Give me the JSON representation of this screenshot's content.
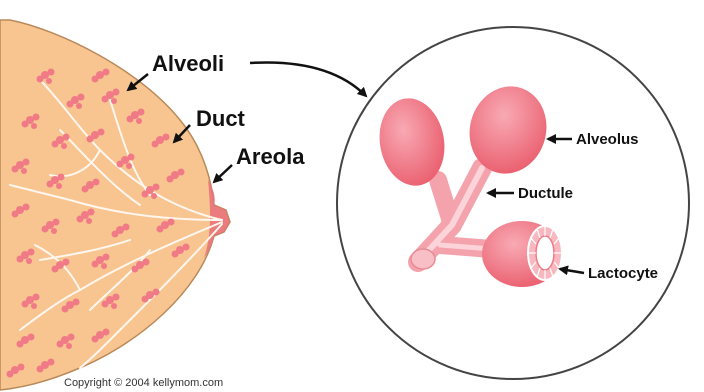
{
  "labels": {
    "alveoli": "Alveoli",
    "duct": "Duct",
    "areola": "Areola",
    "alveolus": "Alveolus",
    "ductule": "Ductule",
    "lactocyte": "Lactocyte"
  },
  "copyright": "Copyright © 2004 kellymom.com",
  "colors": {
    "skin": "#f8c490",
    "skin_outline": "#b88a5a",
    "tissue": "#f07a86",
    "tissue_light": "#f8b8c0",
    "duct_line": "#ffffff",
    "circle_outline": "#444444",
    "arrow": "#111111"
  }
}
